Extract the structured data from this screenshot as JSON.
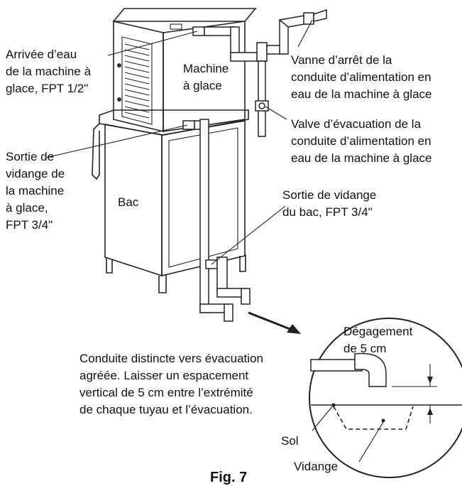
{
  "labels": {
    "water_inlet": [
      "Arrivée d’eau",
      "de la machine à",
      "glace, FPT 1/2\""
    ],
    "machine": [
      "Machine",
      "à glace"
    ],
    "shutoff_valve": [
      "Vanne d’arrêt de la",
      "conduite d’alimentation en",
      "eau de la machine à glace"
    ],
    "drain_valve": [
      "Valve d’évacuation de la",
      "conduite d’alimentation en",
      "eau de la machine à glace"
    ],
    "machine_drain": [
      "Sortie de",
      "vidange de",
      "la machine",
      "à glace,",
      "FPT 3/4\""
    ],
    "bin": "Bac",
    "bin_drain": [
      "Sortie de vidange",
      "du bac, FPT 3/4\""
    ],
    "clearance": [
      "Dégagement",
      "de 5 cm"
    ],
    "separate_line": [
      "Conduite distincte vers évacuation",
      "agréée. Laisser un espacement",
      "vertical de 5 cm entre l’extrémité",
      "de chaque tuyau et l’évacuation."
    ],
    "floor": "Sol",
    "drain": "Vidange",
    "figure": "Fig. 7"
  }
}
